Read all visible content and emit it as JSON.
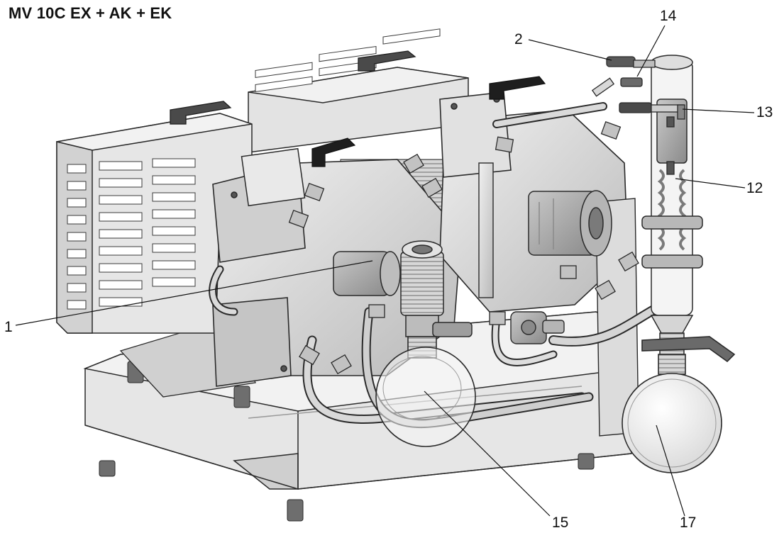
{
  "title": "MV 10C EX + AK + EK",
  "colors": {
    "outline": "#2a2a2a",
    "metal_light": "#e4e4e4",
    "metal_mid": "#bdbdbd",
    "metal_dark": "#7d7d7d",
    "handle": "#1e1e1e"
  },
  "callouts": [
    {
      "id": "c1",
      "label": "1"
    },
    {
      "id": "c2",
      "label": "2"
    },
    {
      "id": "c12",
      "label": "12"
    },
    {
      "id": "c13",
      "label": "13"
    },
    {
      "id": "c14",
      "label": "14"
    },
    {
      "id": "c15",
      "label": "15"
    },
    {
      "id": "c17",
      "label": "17"
    }
  ]
}
